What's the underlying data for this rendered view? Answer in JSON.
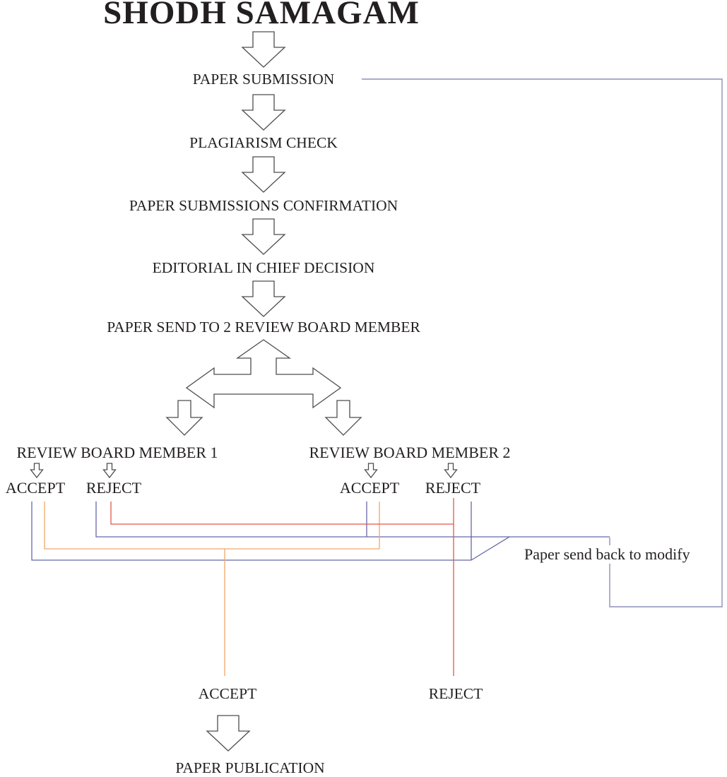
{
  "title": "SHODH SAMAGAM",
  "flow_steps": [
    {
      "label": "PAPER SUBMISSION"
    },
    {
      "label": "PLAGIARISM CHECK"
    },
    {
      "label": "PAPER SUBMISSIONS CONFIRMATION"
    },
    {
      "label": "EDITORIAL IN CHIEF DECISION"
    },
    {
      "label": "PAPER SEND TO 2 REVIEW BOARD MEMBER"
    }
  ],
  "reviewers": {
    "member1": {
      "label": "REVIEW BOARD MEMBER 1",
      "accept": "ACCEPT",
      "reject": "REJECT"
    },
    "member2": {
      "label": "REVIEW BOARD MEMBER 2",
      "accept": "ACCEPT",
      "reject": "REJECT"
    }
  },
  "feedback_note": "Paper send back to modify",
  "final_outcomes": {
    "accept": "ACCEPT",
    "reject": "REJECT"
  },
  "final_step": "PAPER PUBLICATION",
  "icons": {
    "down_arrow": "down-arrow-icon",
    "split_arrow": "three-way-split-arrow-icon"
  },
  "colors": {
    "accept_path_orange": "#f0a768",
    "reject_path_red": "#e2584a",
    "mixed_path_blue": "#6667a8",
    "feedback_loop_blue": "#8d8fba",
    "arrow_outline": "#4d4d4d",
    "text": "#231f20"
  }
}
